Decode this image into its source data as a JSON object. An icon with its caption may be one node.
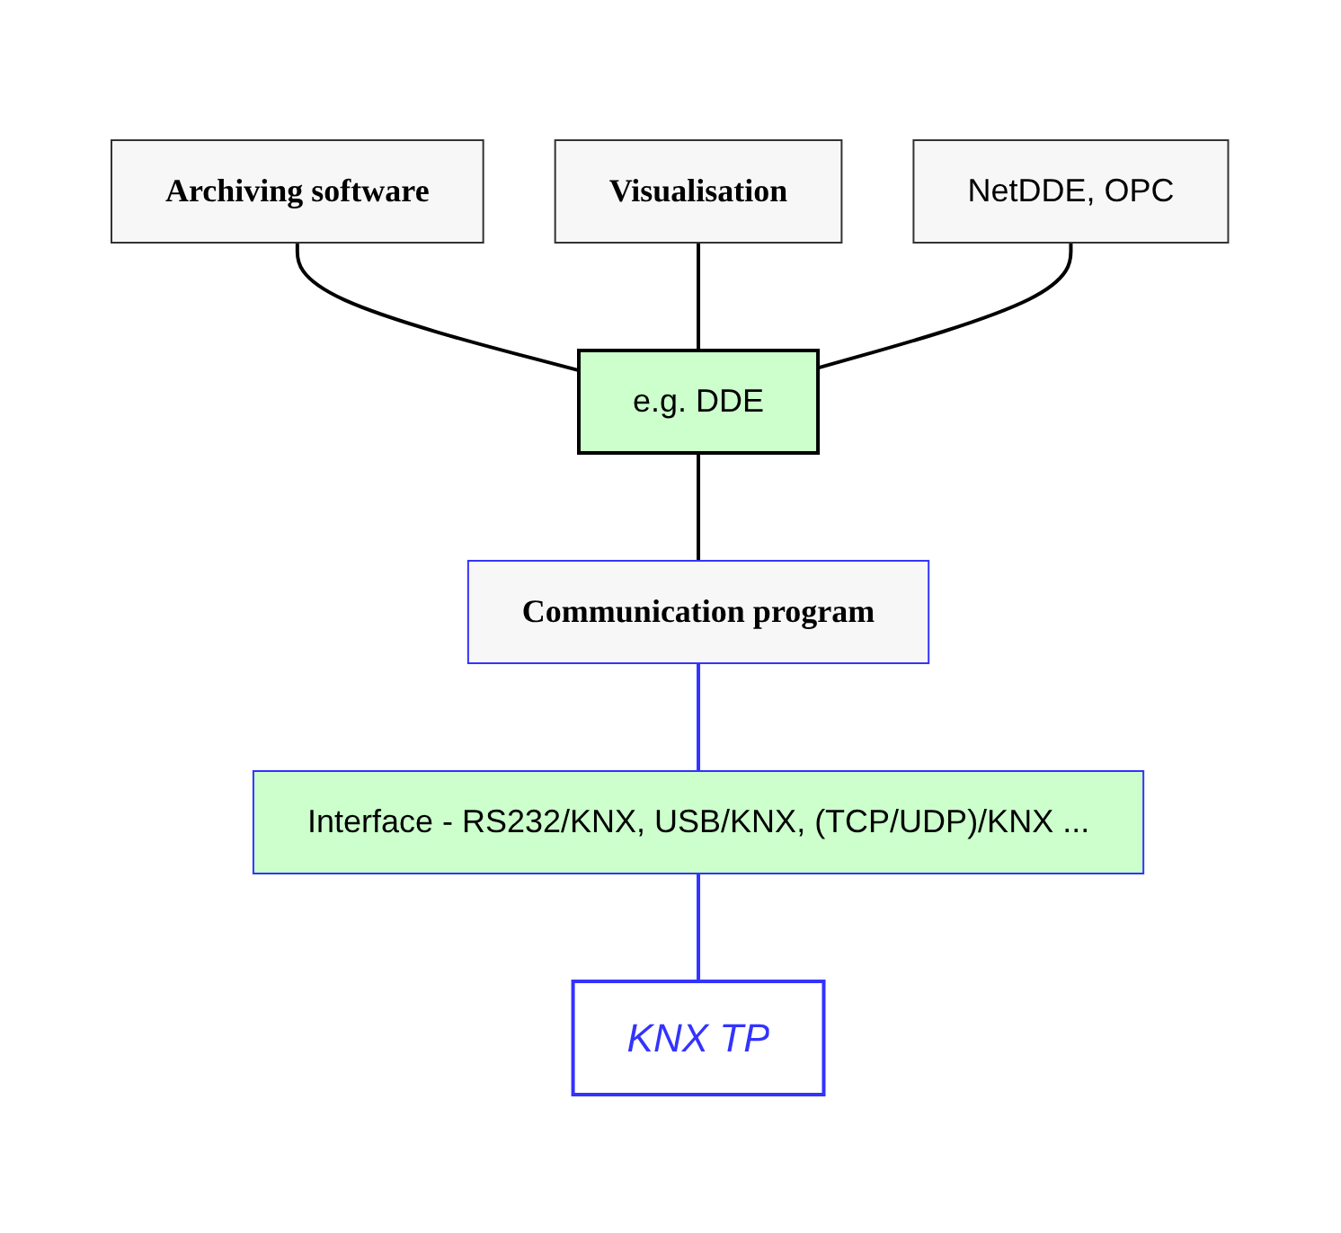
{
  "diagram": {
    "nodes": [
      {
        "text": [
          "Archiving software"
        ]
      },
      {
        "text": [
          "NetDDE, OPC"
        ]
      },
      {
        "text": [
          "Visualisation"
        ]
      },
      {
        "text": [
          "e.g. DDE"
        ]
      },
      {
        "text": [
          "Communication program"
        ]
      },
      {
        "text": [
          "Interface - RS232/KNX, USB/KNX, (TCP/UDP)/KNX ..."
        ]
      },
      {
        "text": [
          "KNX TP"
        ]
      }
    ],
    "edges": [
      {
        "from": 0,
        "to": 3,
        "arrow": "none"
      },
      {
        "from": 2,
        "to": 3,
        "arrow": "none"
      },
      {
        "from": 1,
        "to": 3,
        "arrow": "none"
      },
      {
        "from": 3,
        "to": 4,
        "arrow": "none"
      },
      {
        "from": 4,
        "to": 5,
        "arrow": "none",
        "color": "#3333ff"
      },
      {
        "from": 5,
        "to": 6,
        "arrow": "none",
        "color": "#3333ff"
      }
    ]
  }
}
